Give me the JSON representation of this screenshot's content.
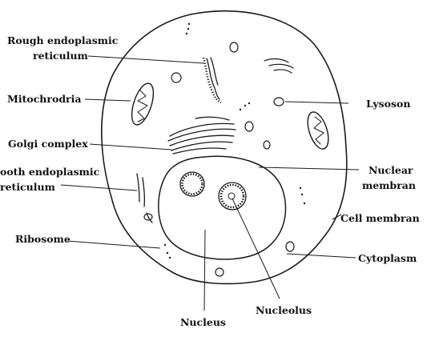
{
  "labels": {
    "rough_er_line1": "Rough endoplasmic",
    "rough_er_line2": "reticulum",
    "mitochondria": "Mitochrodria",
    "golgi": "Golgi complex",
    "smooth_er_line1": "ooth endoplasmic",
    "smooth_er_line2": "reticulum",
    "ribosome": "Ribosome",
    "lysosome": "Lysoson",
    "nuclear_membrane_line1": "Nuclear",
    "nuclear_membrane_line2": "membran",
    "cell_membrane": "Cell membran",
    "cytoplasm": "Cytoplasm",
    "nucleus": "Nucleus",
    "nucleolus": "Nucleolus"
  },
  "colors": {
    "ink": "#1a1a1a",
    "background": "#ffffff"
  }
}
